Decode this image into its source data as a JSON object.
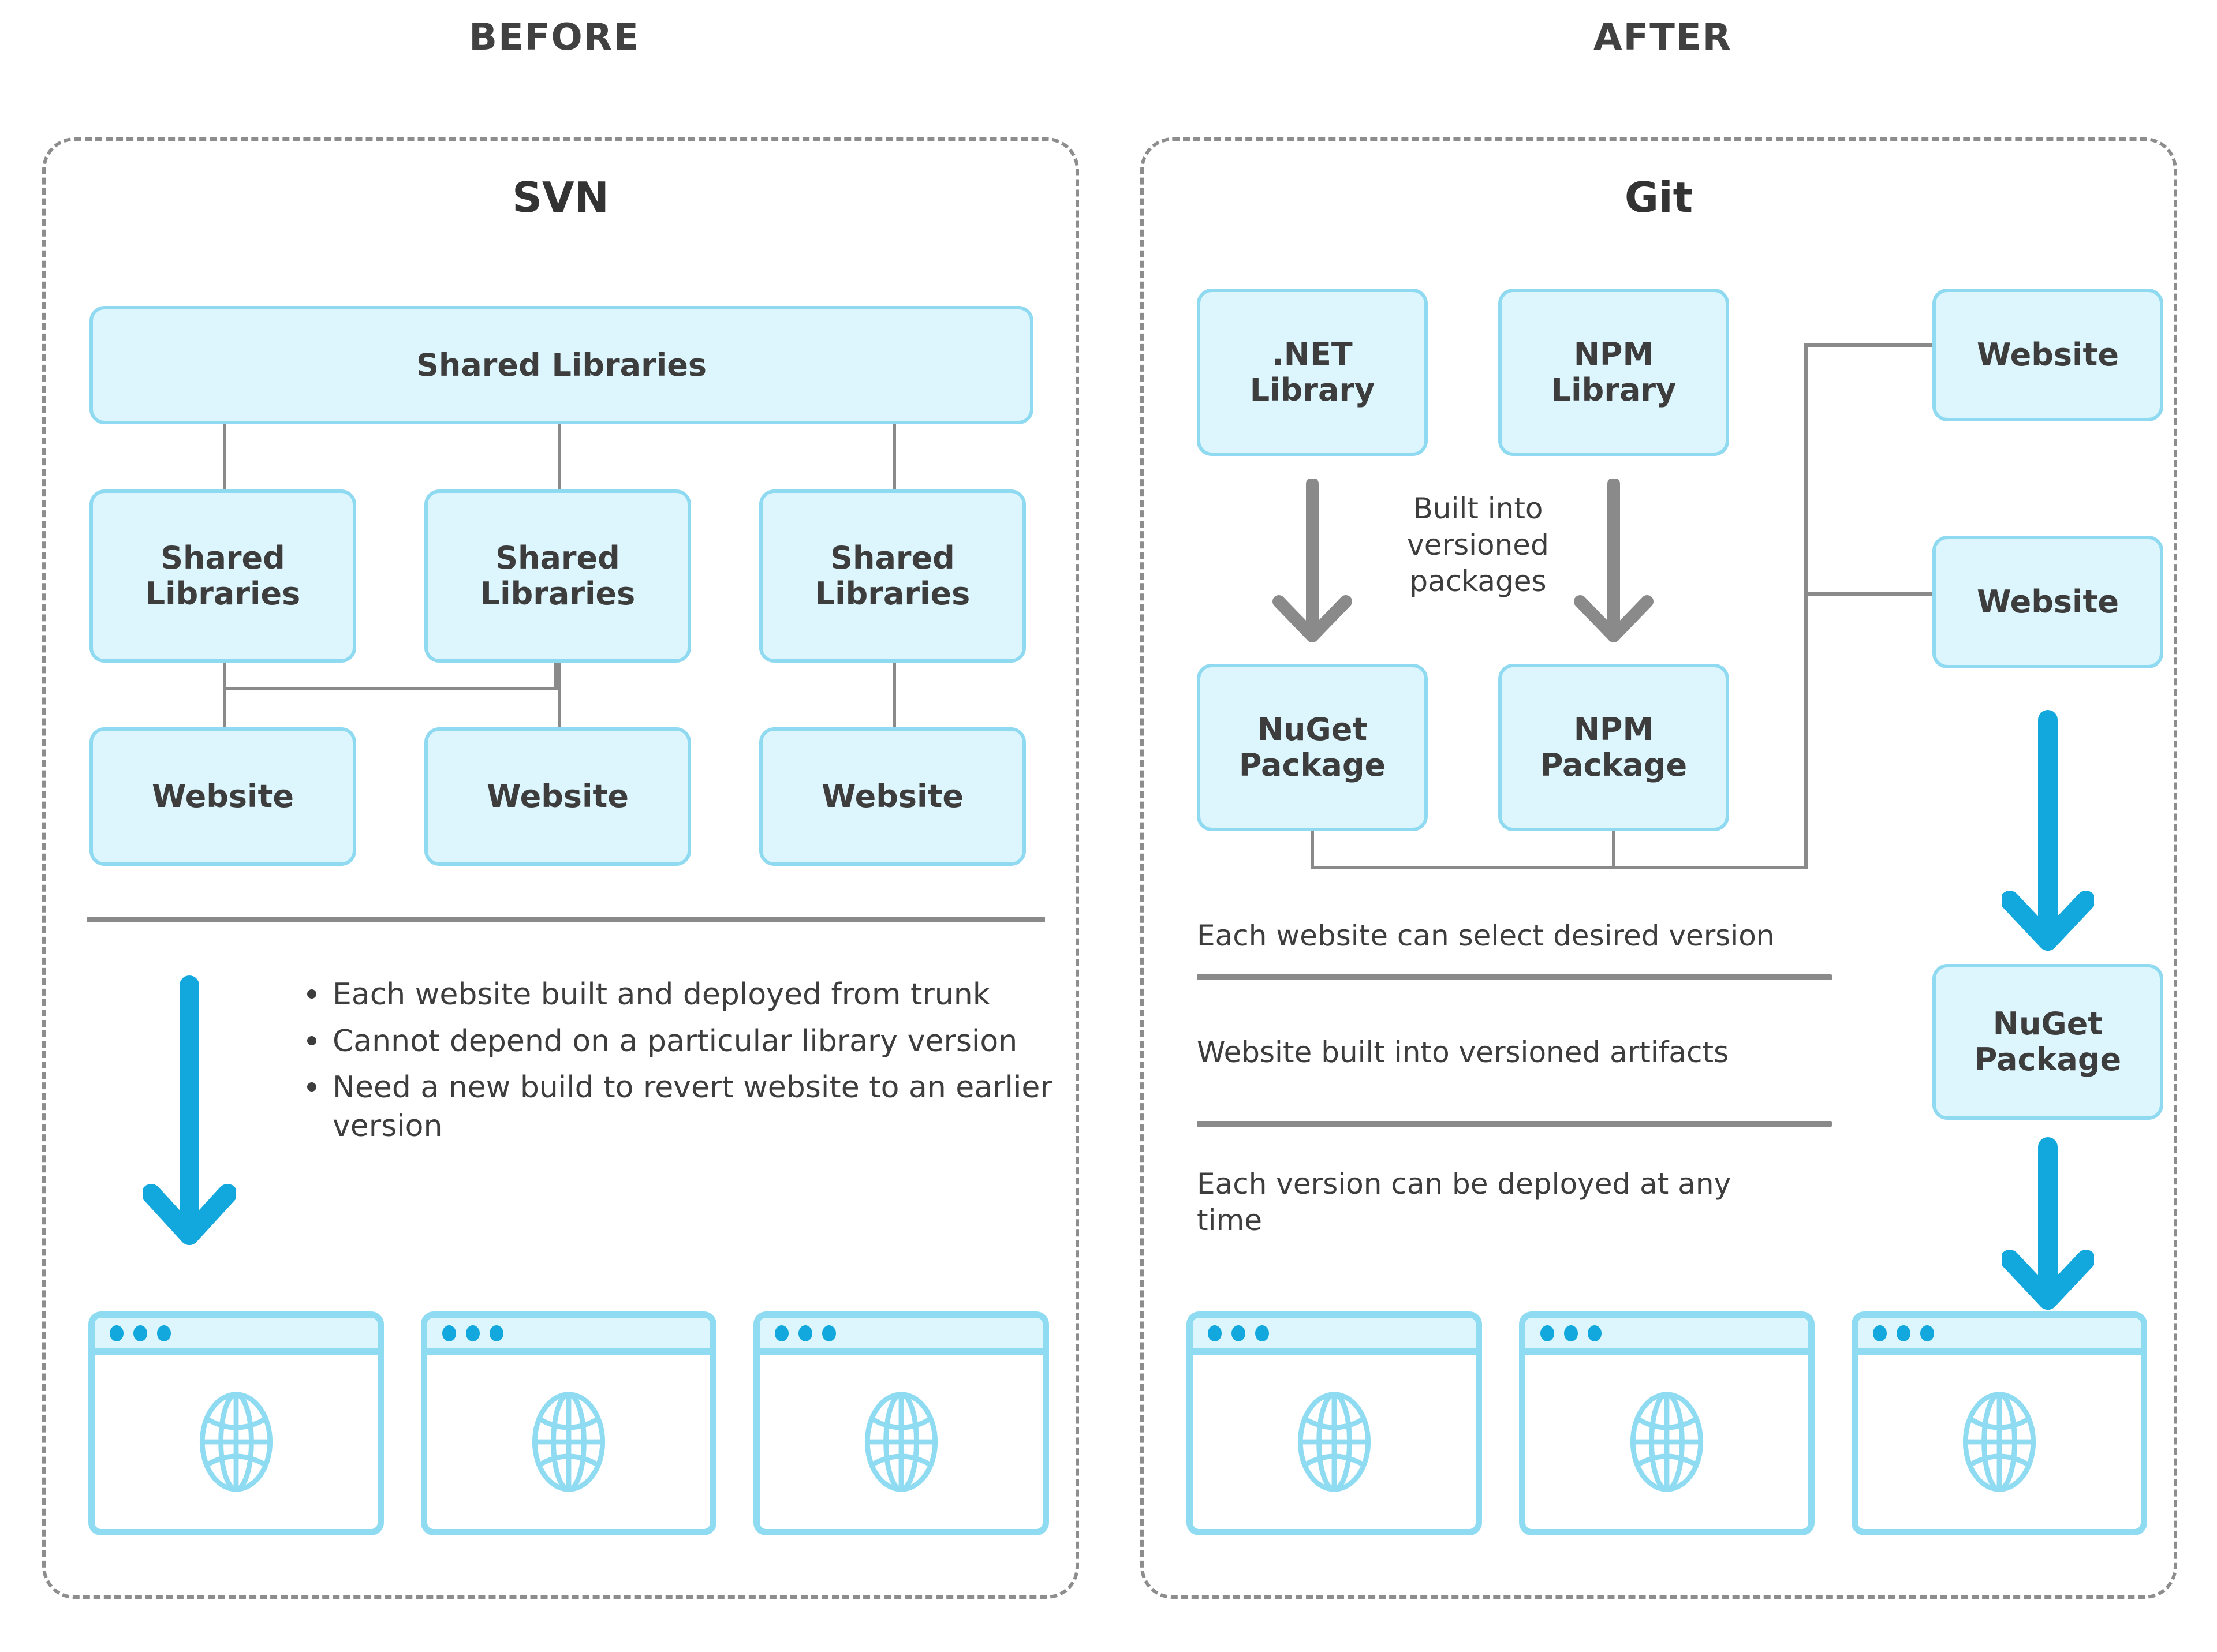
{
  "headers": {
    "before": "BEFORE",
    "after": "AFTER"
  },
  "panels": {
    "left": {
      "title": "SVN",
      "nodes": {
        "shared_libraries_top": "Shared Libraries",
        "shared_libraries_1": "Shared\nLibraries",
        "shared_libraries_2": "Shared\nLibraries",
        "shared_libraries_3": "Shared\nLibraries",
        "website_1": "Website",
        "website_2": "Website",
        "website_3": "Website"
      },
      "bullets": [
        "Each website built and deployed from trunk",
        "Cannot depend on a particular library version",
        "Need a new build to revert website to an earlier version"
      ],
      "browsers": [
        "browser-window",
        "browser-window",
        "browser-window"
      ]
    },
    "right": {
      "title": "Git",
      "nodes": {
        "dotnet_library": ".NET\nLibrary",
        "npm_library": "NPM\nLibrary",
        "nuget_package": "NuGet\nPackage",
        "npm_package": "NPM\nPackage",
        "website_top": "Website",
        "website_mid": "Website",
        "nuget_package_right": "NuGet\nPackage"
      },
      "arrow_label": "Built into versioned packages",
      "notes": [
        "Each website can select desired version",
        "Website built into versioned artifacts",
        "Each version can be deployed at any time"
      ],
      "browsers": [
        "browser-window",
        "browser-window",
        "browser-window"
      ]
    }
  },
  "colors": {
    "node_fill": "#ddf6fd",
    "node_border": "#8fdaf0",
    "accent_blue": "#12a8dd",
    "connector_gray": "#8a8a8a",
    "panel_dash": "#8d8d8d",
    "text_dark": "#3d3d3d"
  }
}
